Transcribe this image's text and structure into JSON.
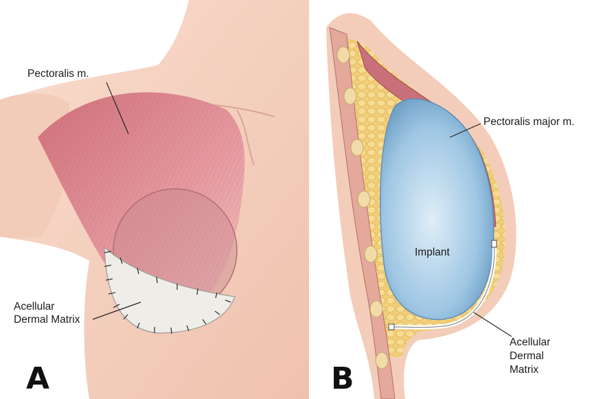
{
  "figure": {
    "panel_a": {
      "letter": "A",
      "labels": {
        "pectoralis": "Pectoralis m.",
        "adm_line1": "Acellular",
        "adm_line2": "Dermal Matrix"
      }
    },
    "panel_b": {
      "letter": "B",
      "labels": {
        "pectoralis_major": "Pectoralis major m.",
        "implant": "Implant",
        "adm_line1": "Acellular",
        "adm_line2": "Dermal",
        "adm_line3": "Matrix"
      }
    },
    "colors": {
      "skin": "#f6d3c3",
      "skin_shadow": "#e9b7a3",
      "muscle": "#d98a8f",
      "muscle_dark": "#b8585f",
      "fat": "#f2cf7a",
      "implant": "#9ec6e3",
      "adm": "#efede8"
    }
  }
}
